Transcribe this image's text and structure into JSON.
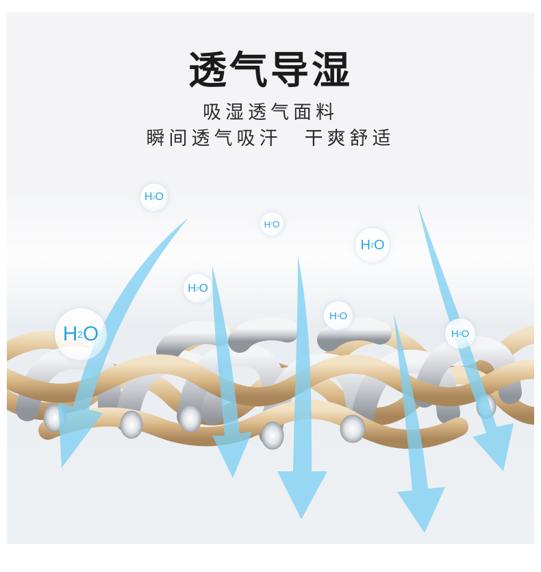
{
  "heading": {
    "title": "透气导湿",
    "line1": "吸湿透气面料",
    "line2": "瞬间透气吸汗　干爽舒适"
  },
  "molecule": {
    "main": "H",
    "sub": "2",
    "tail": "O",
    "text_color": "#2aa4e0"
  },
  "colors": {
    "arrow": "#7fd0f2",
    "fiber_tan": "#d8b788",
    "fiber_grey": "#c9ccd1"
  }
}
